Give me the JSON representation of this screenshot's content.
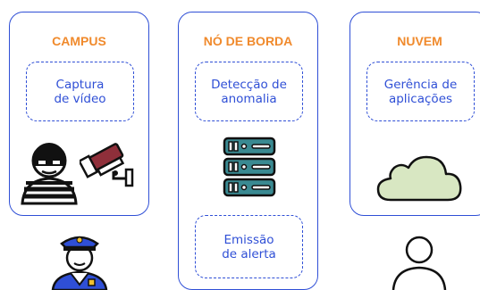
{
  "panels": [
    {
      "title": "CAMPUS",
      "boxes": [
        "Captura\nde vídeo"
      ]
    },
    {
      "title": "NÓ DE BORDA",
      "boxes": [
        "Detecção de\nanomalia",
        "Emissão\nde alerta"
      ]
    },
    {
      "title": "NUVEM",
      "boxes": [
        "Gerência de\naplicações"
      ]
    }
  ],
  "colors": {
    "panel_border": "#2f4fd6",
    "title": "#f08a2c",
    "server": "#3a8a92",
    "cloud": "#d8e7c2",
    "camera": "#8f2f3a",
    "police_blue": "#2f4fd6"
  },
  "icons": [
    "robber-icon",
    "security-camera-icon",
    "server-icon",
    "cloud-icon",
    "police-officer-icon",
    "user-icon"
  ]
}
